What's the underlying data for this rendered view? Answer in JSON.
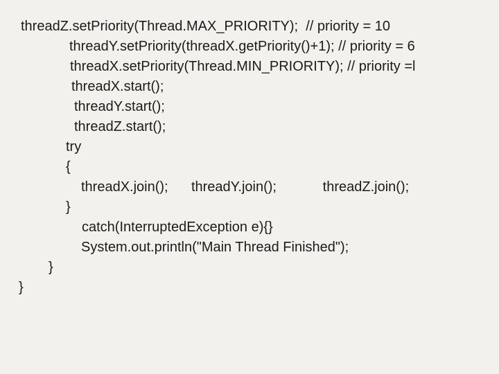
{
  "page": {
    "background_color": "#f2f1ee",
    "text_color": "#1b1b1b"
  },
  "code": {
    "language": "java",
    "lines": [
      {
        "text": "threadZ.setPriority(Thread.MAX_PRIORITY);  // priority = 10"
      },
      {
        "text": "threadY.setPriority(threadX.getPriority()+1); // priority = 6"
      },
      {
        "text": "threadX.setPriority(Thread.MIN_PRIORITY); // priority =l"
      },
      {
        "text": "threadX.start();"
      },
      {
        "text": "threadY.start();"
      },
      {
        "text": "threadZ.start();"
      },
      {
        "text": "try"
      },
      {
        "text": "{"
      },
      {
        "text": "threadX.join();      threadY.join();            threadZ.join();"
      },
      {
        "text": "}"
      },
      {
        "text": "catch(InterruptedException e){}"
      },
      {
        "text": "System.out.println(\"Main Thread Finished\");"
      },
      {
        "text": "}"
      },
      {
        "text": "}"
      }
    ]
  }
}
